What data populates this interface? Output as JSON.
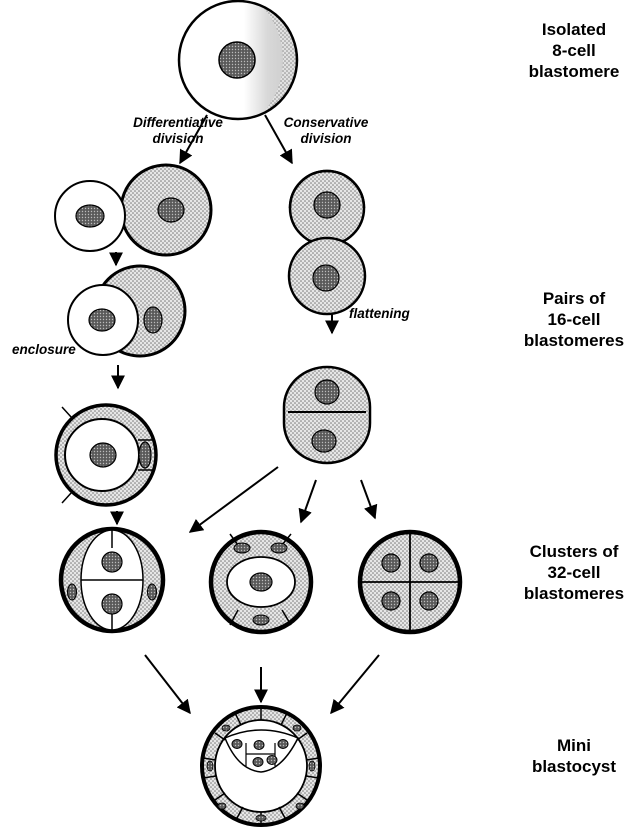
{
  "stage_labels": {
    "isolated": [
      "Isolated",
      "8-cell",
      "blastomere"
    ],
    "pairs": [
      "Pairs of",
      "16-cell",
      "blastomeres"
    ],
    "clusters": [
      "Clusters of",
      "32-cell",
      "blastomeres"
    ],
    "mini": [
      "Mini",
      "blastocyst"
    ]
  },
  "process_labels": {
    "differentiative": [
      "Differentiative",
      "division"
    ],
    "conservative": [
      "Conservative",
      "division"
    ],
    "flattening": "flattening",
    "enclosure": "enclosure"
  },
  "colors": {
    "line": "#000000",
    "background": "#ffffff",
    "stipple_dot": "#777777",
    "stipple_bg": "#e6e6e6",
    "nucleus": "#5a5a5a"
  }
}
